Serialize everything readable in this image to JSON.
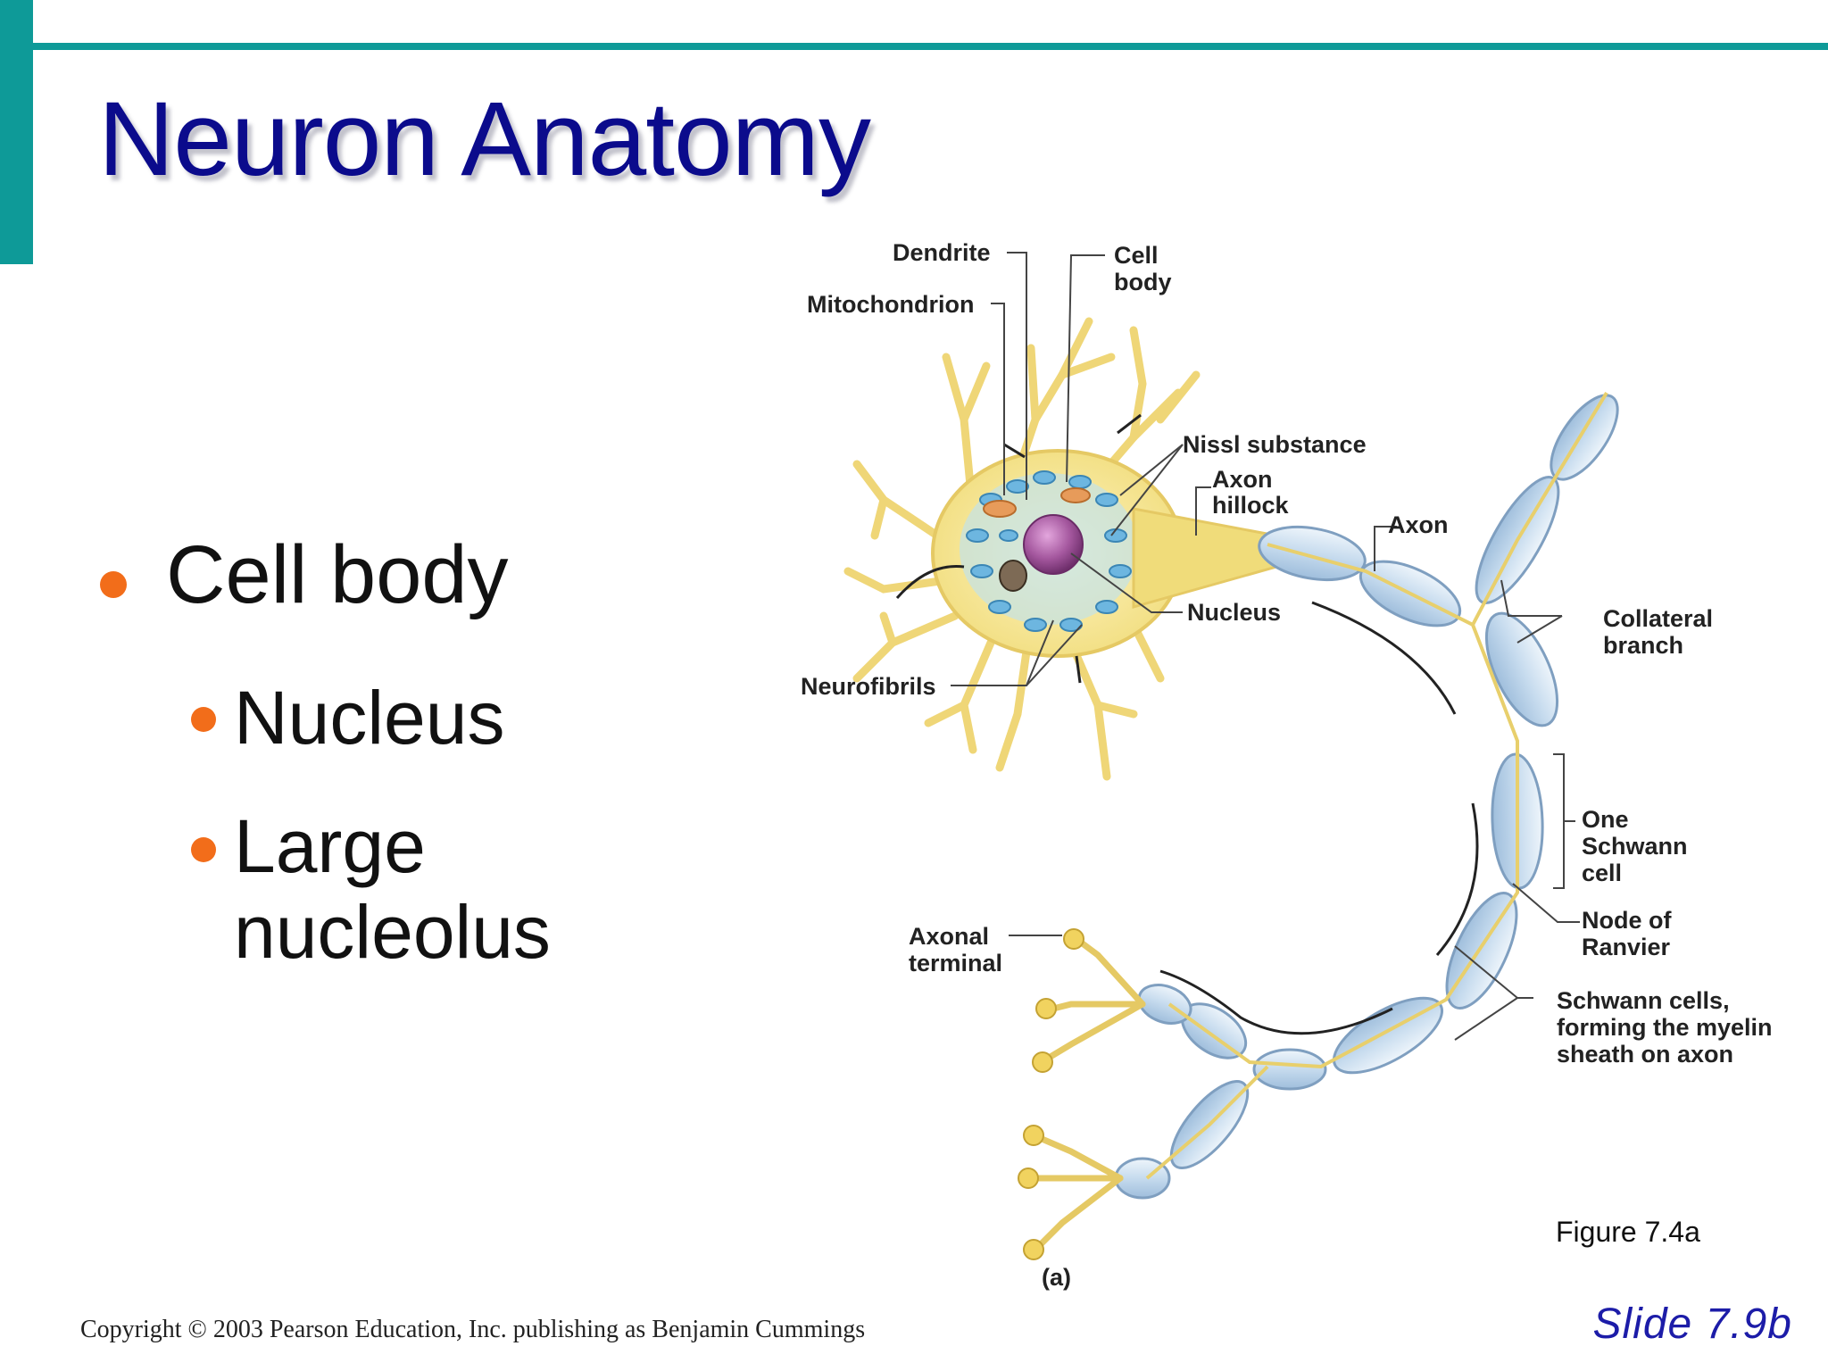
{
  "slide": {
    "title": "Neuron Anatomy",
    "bullets": [
      {
        "text": "Cell body",
        "level": 1
      },
      {
        "text": "Nucleus",
        "level": 2
      },
      {
        "text": "Large",
        "level": 2
      },
      {
        "text": "nucleolus",
        "level": 2
      }
    ],
    "figure_caption": "Figure 7.4a",
    "copyright": "Copyright © 2003 Pearson Education, Inc. publishing as Benjamin Cummings",
    "slide_number": "Slide 7.9b"
  },
  "diagram": {
    "labels": {
      "dendrite": "Dendrite",
      "cell_body_1": "Cell",
      "cell_body_2": "body",
      "mitochondrion": "Mitochondrion",
      "nissl": "Nissl substance",
      "axon_hillock_1": "Axon",
      "axon_hillock_2": "hillock",
      "axon": "Axon",
      "nucleus": "Nucleus",
      "collateral_1": "Collateral",
      "collateral_2": "branch",
      "neurofibrils": "Neurofibrils",
      "one_schwann_1": "One",
      "one_schwann_2": "Schwann",
      "one_schwann_3": "cell",
      "node_1": "Node of",
      "node_2": "Ranvier",
      "axonal_terminal_1": "Axonal",
      "axonal_terminal_2": "terminal",
      "schwann_cells_1": "Schwann cells,",
      "schwann_cells_2": "forming the myelin",
      "schwann_cells_3": "sheath on axon",
      "panel": "(a)"
    }
  },
  "colors": {
    "accent_teal": "#0e9a98",
    "title_blue": "#0b0b8c",
    "bullet_orange": "#f26d1a",
    "slide_number_blue": "#1c1ca8",
    "myelin_blue": "#c9dcee",
    "dendrite_yellow": "#f0dc7a",
    "nucleus_purple": "#a4579e"
  }
}
